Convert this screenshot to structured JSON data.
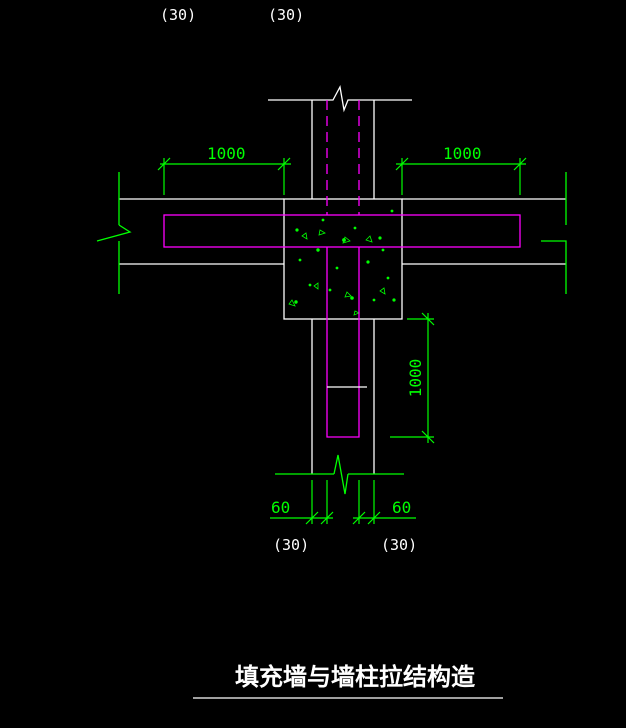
{
  "drawing": {
    "top_labels": [
      "(30)",
      "(30)"
    ],
    "bottom_labels": [
      "(30)",
      "(30)"
    ],
    "dim_left_horizontal": "1000",
    "dim_right_horizontal": "1000",
    "dim_vertical": "1000",
    "dim_bottom_left": "60",
    "dim_bottom_right": "60",
    "title": "填充墙与墙柱拉结构造"
  },
  "colors": {
    "background": "#000000",
    "wall_lines": "#ffffff",
    "dimension_lines": "#00ff00",
    "tie_bars": "#ff00ff",
    "aggregate": "#00ff00"
  }
}
